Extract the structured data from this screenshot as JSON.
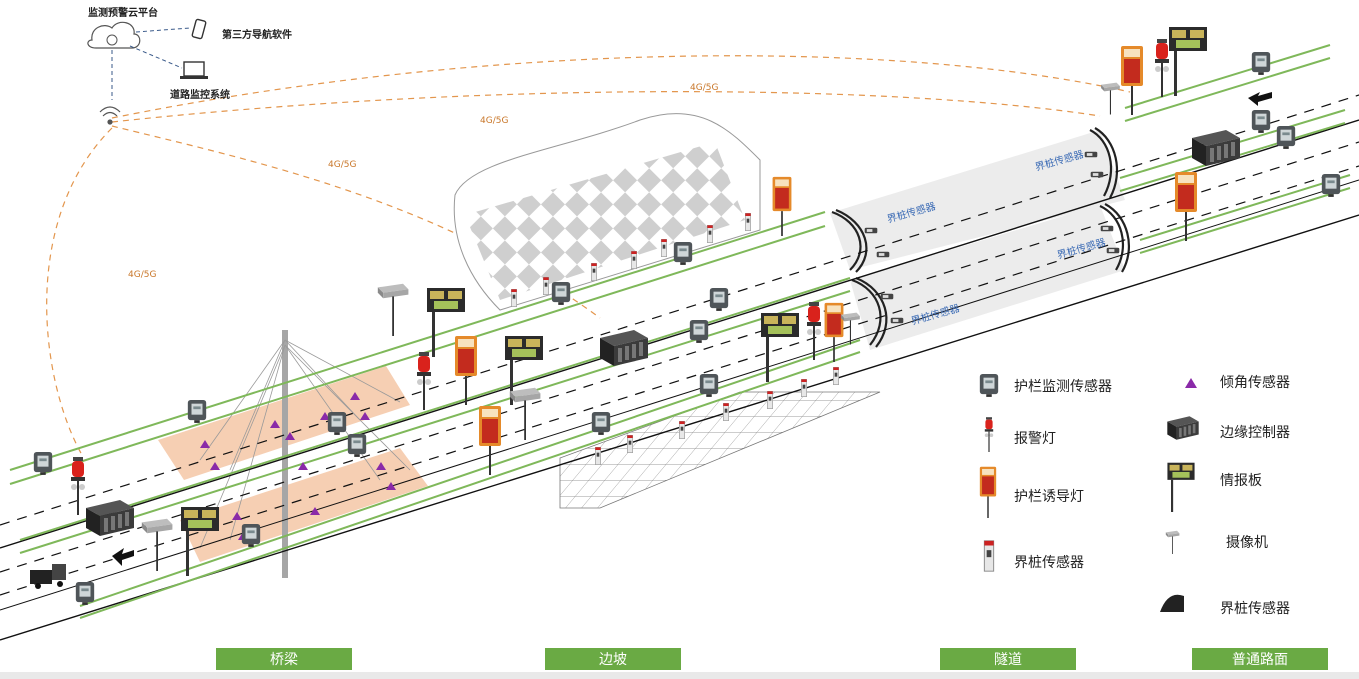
{
  "platform": {
    "cloud_label": "监测预警云平台",
    "phone_label": "第三方导航软件",
    "laptop_label": "道路监控系统"
  },
  "network_labels": [
    "4G/5G",
    "4G/5G",
    "4G/5G",
    "4G/5G"
  ],
  "tunnel_labels": [
    "界桩传感器",
    "界桩传感器",
    "界桩传感器",
    "界桩传感器"
  ],
  "legend": [
    {
      "icon": "guardrail-sensor-icon",
      "label": "护栏监测传感器"
    },
    {
      "icon": "alarm-light-icon",
      "label": "报警灯"
    },
    {
      "icon": "guardrail-guide-light-icon",
      "label": "护栏诱导灯"
    },
    {
      "icon": "boundary-post-sensor-icon",
      "label": "界桩传感器"
    },
    {
      "icon": "tilt-sensor-icon",
      "label": "倾角传感器"
    },
    {
      "icon": "edge-controller-icon",
      "label": "边缘控制器"
    },
    {
      "icon": "info-board-icon",
      "label": "情报板"
    },
    {
      "icon": "camera-icon",
      "label": "摄像机"
    },
    {
      "icon": "tunnel-boundary-sensor-icon",
      "label": "界桩传感器"
    }
  ],
  "sections": [
    "桥梁",
    "边坡",
    "隧道",
    "普通路面"
  ],
  "colors": {
    "road_green": "#7fb85a",
    "section_green": "#6aaa44",
    "network_orange": "#e3964d",
    "tunnel_blue": "#3b6bb5",
    "bridge_orange": "#f4c3a0",
    "alarm_red": "#d9221c"
  }
}
